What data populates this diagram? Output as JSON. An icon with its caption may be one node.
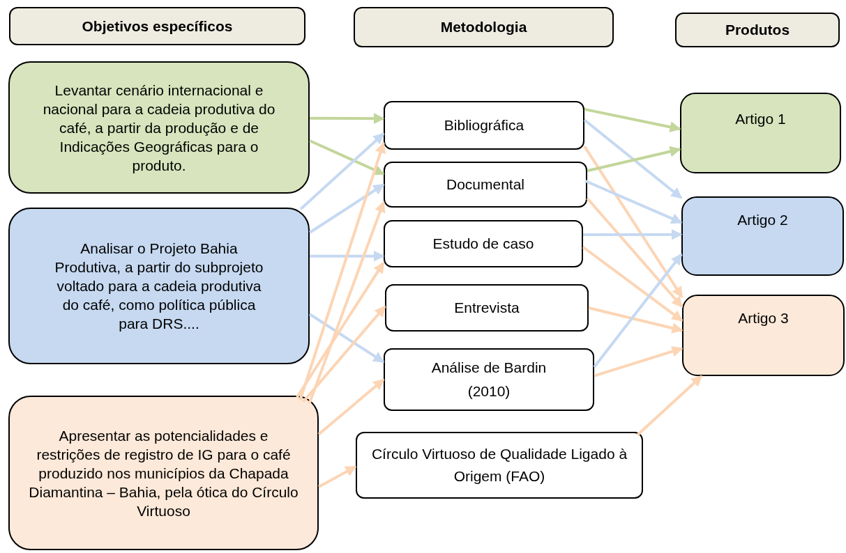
{
  "diagram": {
    "nodes": [
      {
        "text": [
          "Objetivos específicos"
        ]
      },
      {
        "text": [
          "Metodologia"
        ]
      },
      {
        "text": [
          "Produtos"
        ]
      },
      {
        "text": [
          "Levantar cenário internacional e nacional para a cadeia produtiva do café, a partir da produção e de Indicações Geográficas para o produto."
        ]
      },
      {
        "text": [
          "Analisar o Projeto Bahia Produtiva, a partir do subprojeto voltado para a cadeia produtiva do café, como política pública para DRS...."
        ]
      },
      {
        "text": [
          "Apresentar as potencialidades e restrições de registro de IG para o café produzido nos municípios da Chapada Diamantina – Bahia, pela ótica do Círculo Virtuoso"
        ]
      },
      {
        "text": [
          "Bibliográfica"
        ]
      },
      {
        "text": [
          "Documental"
        ]
      },
      {
        "text": [
          "Estudo de caso"
        ]
      },
      {
        "text": [
          "Entrevista"
        ]
      },
      {
        "text": [
          "Análise de Bardin (2010)"
        ]
      },
      {
        "text": [
          "Círculo Virtuoso de Qualidade Ligado à Origem (FAO)"
        ]
      },
      {
        "text": [
          "Artigo 1"
        ]
      },
      {
        "text": [
          "Artigo 2"
        ]
      },
      {
        "text": [
          "Artigo 3"
        ]
      }
    ],
    "edges": [
      {
        "from": 3,
        "to": 6,
        "arrow": "to",
        "color": "#c3d69b"
      },
      {
        "from": 3,
        "to": 7,
        "arrow": "to",
        "color": "#c3d69b"
      },
      {
        "from": 4,
        "to": 6,
        "arrow": "to",
        "color": "#c6d9f1"
      },
      {
        "from": 4,
        "to": 7,
        "arrow": "to",
        "color": "#c6d9f1"
      },
      {
        "from": 4,
        "to": 8,
        "arrow": "to",
        "color": "#c6d9f1"
      },
      {
        "from": 4,
        "to": 10,
        "arrow": "to",
        "color": "#c6d9f1"
      },
      {
        "from": 5,
        "to": 6,
        "arrow": "to"
      },
      {
        "from": 5,
        "to": 7,
        "arrow": "to"
      },
      {
        "from": 5,
        "to": 8,
        "arrow": "to"
      },
      {
        "from": 5,
        "to": 9,
        "arrow": "to"
      },
      {
        "from": 5,
        "to": 10,
        "arrow": "to"
      },
      {
        "from": 5,
        "to": 11,
        "arrow": "to"
      },
      {
        "from": 6,
        "to": 12,
        "arrow": "to",
        "color": "#c3d69b"
      },
      {
        "from": 6,
        "to": 13,
        "arrow": "to",
        "color": "#c6d9f1"
      },
      {
        "from": 6,
        "to": 14,
        "arrow": "to"
      },
      {
        "from": 7,
        "to": 12,
        "arrow": "to",
        "color": "#c3d69b"
      },
      {
        "from": 7,
        "to": 13,
        "arrow": "to",
        "color": "#c6d9f1"
      },
      {
        "from": 7,
        "to": 14,
        "arrow": "to"
      },
      {
        "from": 8,
        "to": 13,
        "arrow": "to",
        "color": "#c6d9f1"
      },
      {
        "from": 8,
        "to": 14,
        "arrow": "to"
      },
      {
        "from": 9,
        "to": 14,
        "arrow": "to"
      },
      {
        "from": 10,
        "to": 13,
        "arrow": "to",
        "color": "#c6d9f1"
      },
      {
        "from": 10,
        "to": 14,
        "arrow": "to"
      },
      {
        "from": 11,
        "to": 14,
        "arrow": "to"
      }
    ]
  }
}
